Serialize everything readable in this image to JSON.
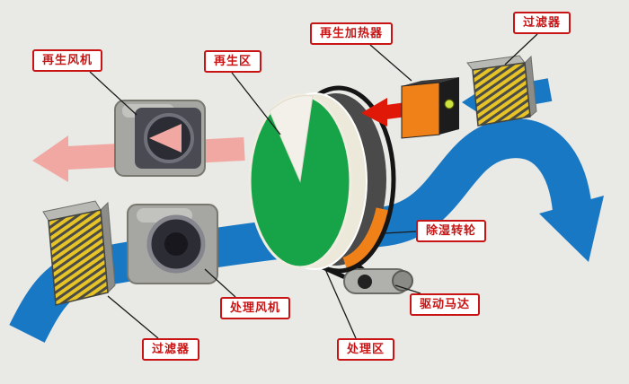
{
  "diagram": {
    "labels": {
      "regen_fan": "再生风机",
      "regen_zone": "再生区",
      "regen_heater": "再生加热器",
      "filter_top": "过滤器",
      "wheel": "除湿转轮",
      "drive_motor": "驱动马达",
      "process_zone": "处理区",
      "process_fan": "处理风机",
      "filter_bottom": "过滤器"
    },
    "colors": {
      "process_air": "#1878c4",
      "regen_exhaust": "#f2a8a2",
      "hot_air": "#e01808",
      "wheel_green": "#17a448",
      "wheel_rim": "#4a4a4a",
      "wheel_edge": "#ece8da",
      "filter_yellow": "#e6c428",
      "heater_orange": "#f08018",
      "heater_side": "#1c1c1c",
      "fan_gray": "#a6a6a2",
      "label_red": "#c81414",
      "background": "#e9e9e6"
    }
  }
}
